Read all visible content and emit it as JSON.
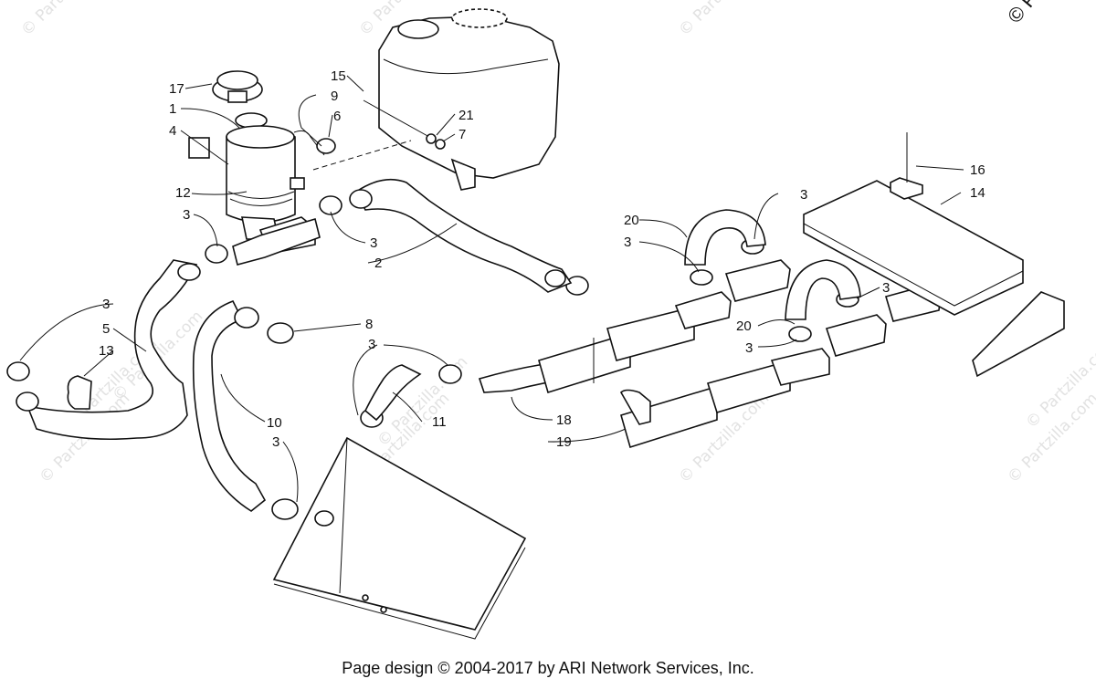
{
  "watermarks": [
    "© Partzilla.com",
    "© Partzilla.com",
    "© Partzilla.com",
    "© Partzilla.com",
    "© Partzilla.com",
    "© Partzilla.com",
    "© Partzilla.com",
    "© Partzilla.com",
    "© Partzilla.com",
    "© Partzilla.com",
    "© Partzilla.com"
  ],
  "corner_copyright": "© Pa",
  "callouts": [
    "17",
    "1",
    "4",
    "12",
    "3",
    "3",
    "5",
    "13",
    "15",
    "9",
    "6",
    "21",
    "7",
    "2",
    "3",
    "20",
    "3",
    "3",
    "16",
    "14",
    "8",
    "10",
    "3",
    "3",
    "11",
    "18",
    "19",
    "20",
    "3",
    "3"
  ],
  "footer": "Page design © 2004-2017 by ARI Network Services, Inc."
}
